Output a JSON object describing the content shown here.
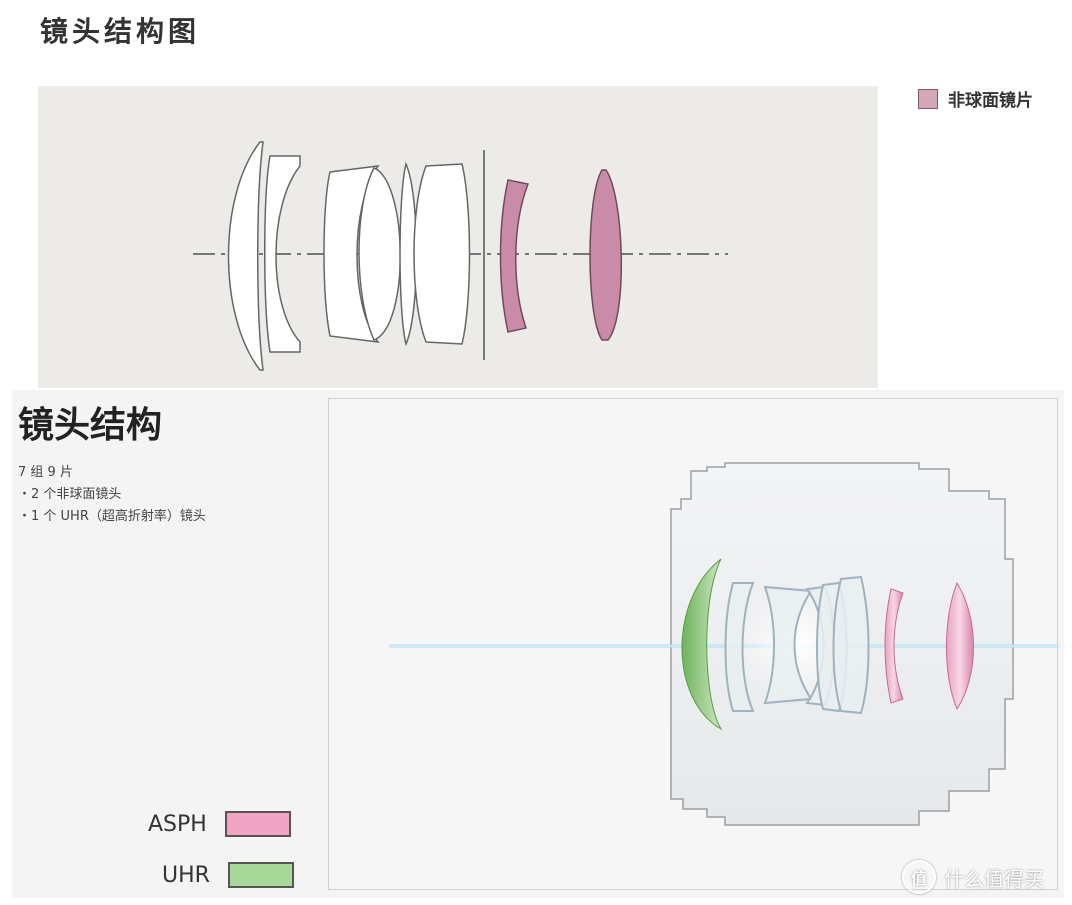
{
  "top": {
    "title": "镜头结构图",
    "legend_label": "非球面镜片",
    "colors": {
      "aspherical": "#d6a7b8"
    }
  },
  "bottom": {
    "title": "镜头结构",
    "specs": [
      "7 组 9 片",
      "・2 个非球面镜头",
      "・1 个 UHR（超高折射率）镜头"
    ],
    "legend": [
      {
        "label": "ASPH",
        "color": "#f0a3c2"
      },
      {
        "label": "UHR",
        "color": "#a8d79a"
      }
    ]
  },
  "watermark": {
    "text": "什么值得买",
    "logo": "值"
  }
}
